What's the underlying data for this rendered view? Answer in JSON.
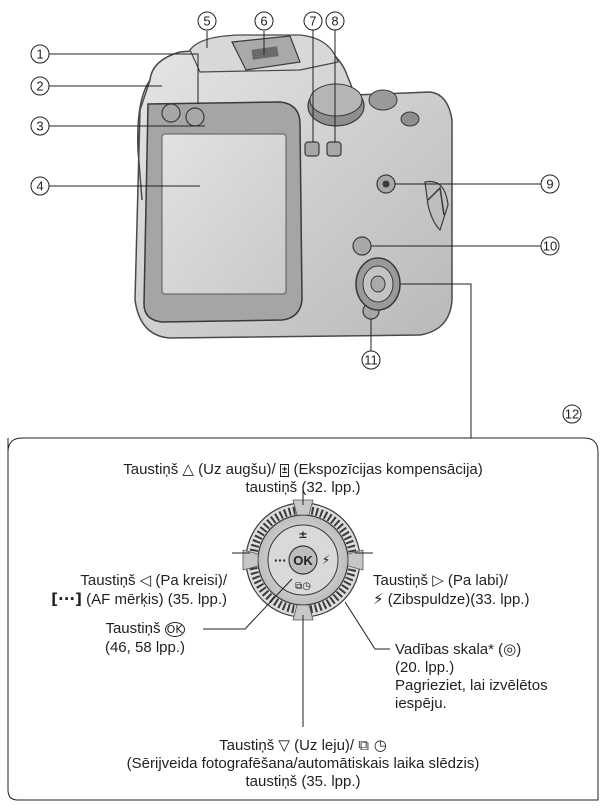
{
  "callouts": [
    "1",
    "2",
    "3",
    "4",
    "5",
    "6",
    "7",
    "8",
    "9",
    "10",
    "11",
    "12"
  ],
  "labels": {
    "up_l1": "Taustiņš △ (Uz augšu)/",
    "up_l1_sym": "±",
    "up_l1_b": "(Ekspozīcijas kompensācija)",
    "up_l2": "taustiņš (32. lpp.)",
    "left_l1": "Taustiņš ◁ (Pa kreisi)/",
    "left_sym": "[···]",
    "left_l2": "(AF mērķis) (35. lpp.)",
    "right_l1": "Taustiņš ▷ (Pa labi)/",
    "right_sym": "⚡",
    "right_l2": "(Zibspuldze)(33. lpp.)",
    "ok_l1": "Taustiņš",
    "ok_sym": "OK",
    "ok_l2": "(46, 58 lpp.)",
    "dial_l1": "Vadības skala* (",
    "dial_sym": "◎",
    "dial_l1_end": ")",
    "dial_l2": "(20. lpp.)",
    "dial_l3": "Pagrieziet, lai izvēlētos",
    "dial_l4": "iespēju.",
    "down_l1": "Taustiņš ▽ (Uz leju)/",
    "down_sym": "⧉ ◷",
    "down_l2": "(Sērijveida fotografēšana/automātiskais laika slēdzis)",
    "down_l3": "taustiņš (35. lpp.)"
  },
  "dial_marks": {
    "center": "OK",
    "top": "±",
    "left": "···",
    "right": "⚡",
    "bottom": "⧉◷"
  }
}
